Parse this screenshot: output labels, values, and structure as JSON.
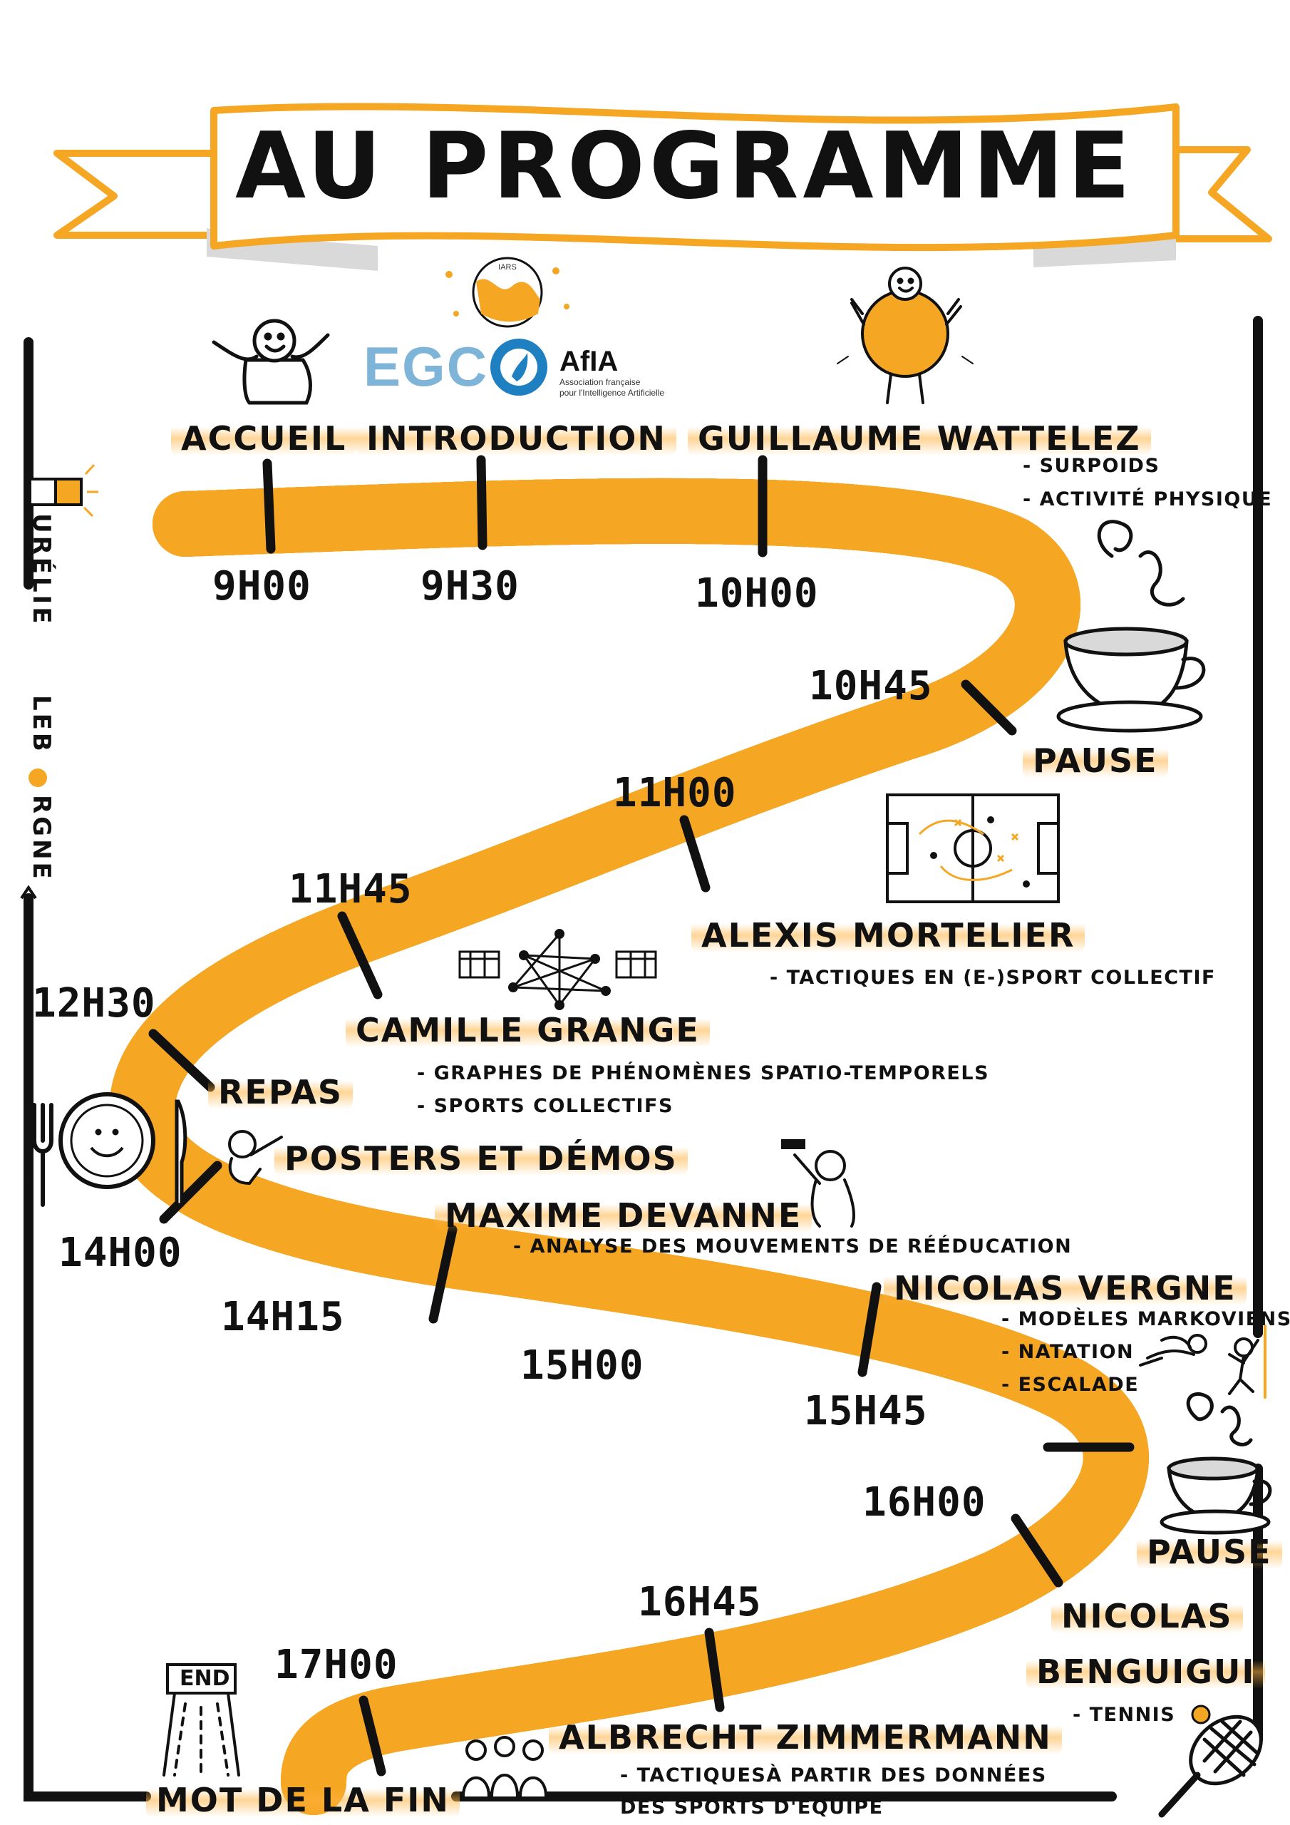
{
  "title": "AU PROGRAMME",
  "logos": {
    "egc": "EGC",
    "afia": "AfIA",
    "afia_sub_1": "Association française",
    "afia_sub_2": "pour l'Intelligence Artificielle"
  },
  "author": {
    "first": "URÉLIE",
    "last_a": "LEB",
    "last_b": "RGNE"
  },
  "end_sign": "END",
  "schedule": [
    {
      "time": "9H00",
      "label": "ACCUEIL"
    },
    {
      "time": "9H30",
      "label": "INTRODUCTION"
    },
    {
      "time": "10H00",
      "label": "GUILLAUME WATTELEZ",
      "topics": [
        "- SURPOIDS",
        "- ACTIVITÉ PHYSIQUE"
      ]
    },
    {
      "time": "10H45",
      "label": "PAUSE"
    },
    {
      "time": "11H00",
      "label": "ALEXIS MORTELIER",
      "topics": [
        "- TACTIQUES EN (E-)SPORT COLLECTIF"
      ]
    },
    {
      "time": "11H45",
      "label": "CAMILLE GRANGE",
      "topics": [
        "- GRAPHES DE PHÉNOMÈNES SPATIO-TEMPORELS",
        "- SPORTS COLLECTIFS"
      ]
    },
    {
      "time": "12H30",
      "label": "REPAS"
    },
    {
      "time": "",
      "label": "POSTERS ET DÉMOS"
    },
    {
      "time": "14H00",
      "label": ""
    },
    {
      "time": "14H15",
      "label": "MAXIME DEVANNE",
      "topics": [
        "- ANALYSE DES MOUVEMENTS DE RÉÉDUCATION"
      ]
    },
    {
      "time": "15H00",
      "label": "NICOLAS VERGNE",
      "topics": [
        "- MODÈLES MARKOVIENS",
        "- NATATION",
        "- ESCALADE"
      ]
    },
    {
      "time": "15H45",
      "label": "PAUSE"
    },
    {
      "time": "16H00",
      "label": "NICOLAS BENGUIGUI",
      "label_line1": "NICOLAS",
      "label_line2": "BENGUIGUI",
      "topics": [
        "- TENNIS"
      ]
    },
    {
      "time": "16H45",
      "label": "ALBRECHT ZIMMERMANN",
      "topics": [
        "- TACTIQUESÀ PARTIR DES DONNÉES",
        "DES SPORTS D'ÉQUIPE"
      ]
    },
    {
      "time": "17H00",
      "label": "MOT DE LA FIN"
    }
  ],
  "colors": {
    "accent": "#f5a623",
    "ink": "#111111",
    "banner_shadow": "#d9d9d9"
  },
  "icons": [
    "waving-person-icon",
    "globe-logo-icon",
    "jumping-person-icon",
    "coffee-cup-icon",
    "football-pitch-icon",
    "network-graph-icon",
    "plate-icon",
    "fork-icon",
    "knife-icon",
    "pointing-person-icon",
    "dumbbell-person-icon",
    "swimmer-icon",
    "climber-icon",
    "tennis-racket-icon",
    "finish-line-icon",
    "group-people-icon",
    "puzzle-icon"
  ]
}
